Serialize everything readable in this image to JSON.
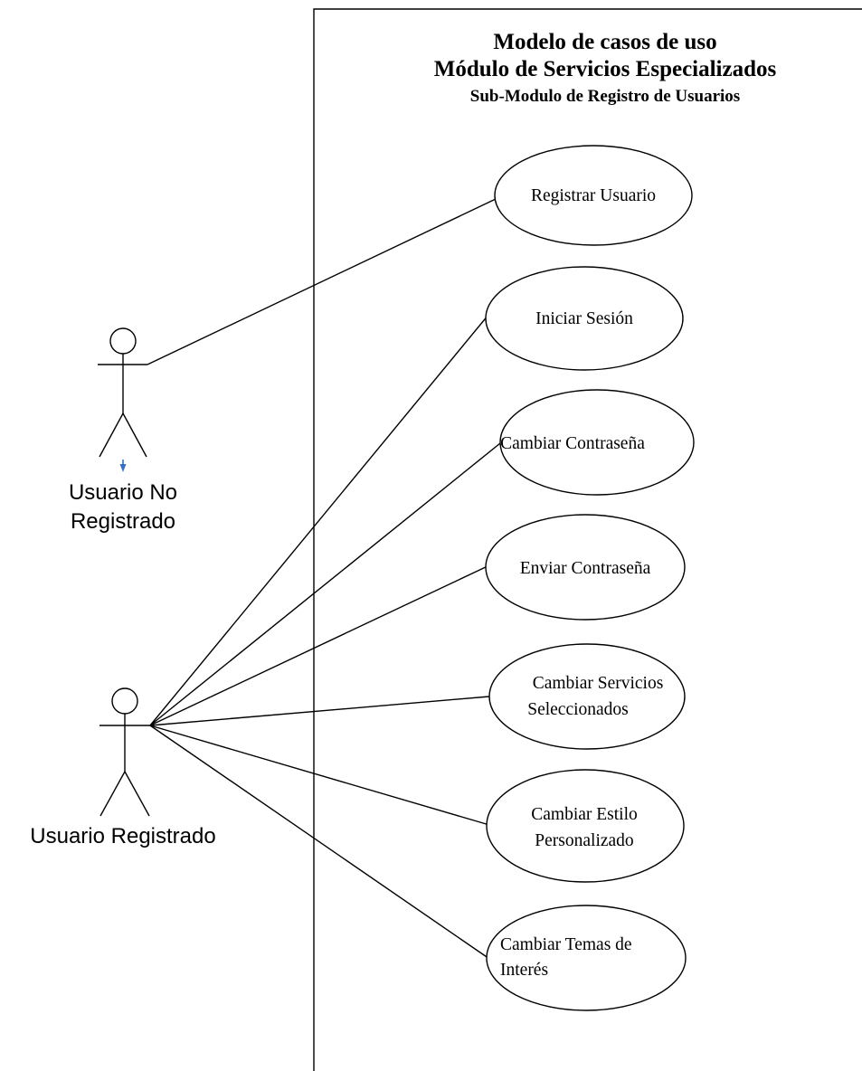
{
  "title": {
    "line1": "Modelo de casos de uso",
    "line2": "Módulo de Servicios Especializados",
    "line3": "Sub-Modulo de Registro de Usuarios"
  },
  "actors": {
    "unregistered": {
      "line1": "Usuario No",
      "line2": "Registrado"
    },
    "registered": {
      "label": "Usuario Registrado"
    }
  },
  "use_cases": [
    {
      "lines": [
        "Registrar Usuario"
      ]
    },
    {
      "lines": [
        "Iniciar Sesión"
      ]
    },
    {
      "lines": [
        "Cambiar Contraseña"
      ]
    },
    {
      "lines": [
        "Enviar Contraseña"
      ]
    },
    {
      "lines": [
        "Cambiar Servicios",
        "Seleccionados"
      ]
    },
    {
      "lines": [
        "Cambiar Estilo",
        "Personalizado"
      ]
    },
    {
      "lines": [
        "Cambiar Temas de",
        "Interés"
      ]
    }
  ],
  "colors": {
    "line": "#000000",
    "marker": "#3a6fc1",
    "background": "#ffffff"
  }
}
